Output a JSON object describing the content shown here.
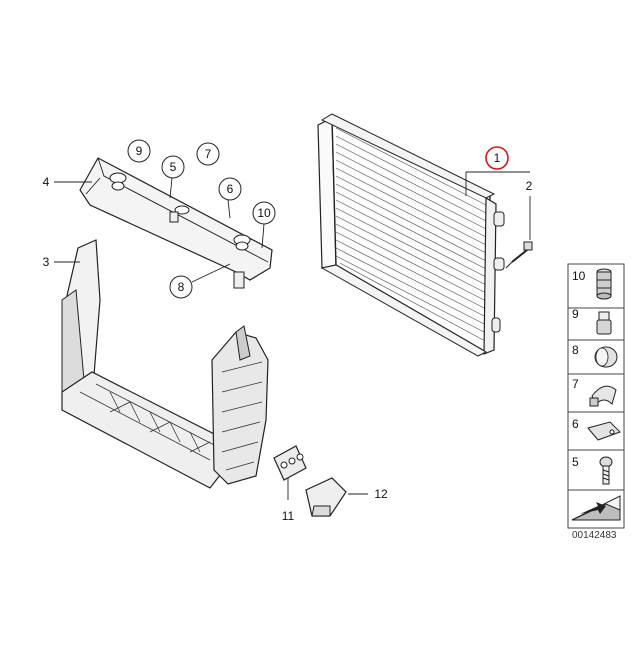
{
  "callouts": {
    "c1": "1",
    "c2": "2",
    "c3": "3",
    "c4": "4",
    "c5": "5",
    "c6": "6",
    "c7": "7",
    "c8": "8",
    "c9": "9",
    "c10": "10",
    "c11": "11",
    "c12": "12"
  },
  "highlight_color": "#d01818",
  "side_panel": {
    "items": [
      {
        "number": "10",
        "icon": "rubber-mount-icon"
      },
      {
        "number": "9",
        "icon": "pin-clip-icon"
      },
      {
        "number": "8",
        "icon": "cap-plug-icon"
      },
      {
        "number": "7",
        "icon": "hose-clip-icon"
      },
      {
        "number": "6",
        "icon": "bracket-icon"
      },
      {
        "number": "5",
        "icon": "screw-icon"
      }
    ],
    "footer_icon": "wedge-arrow-icon"
  },
  "diagram_id": "00142483"
}
